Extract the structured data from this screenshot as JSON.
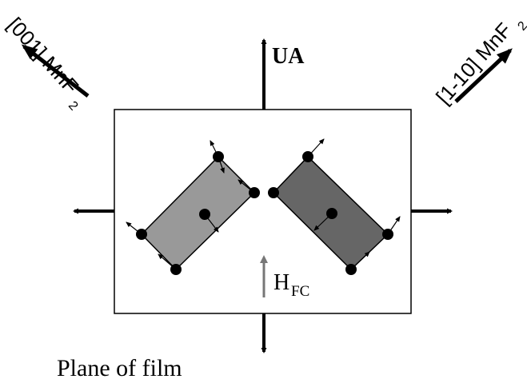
{
  "labels": {
    "axis_up": "UA",
    "dir_left": "[001] MnF",
    "dir_left_sub": "2",
    "dir_right": "[1-10] MnF",
    "dir_right_sub": "2",
    "field_main": "H",
    "field_sub": "FC",
    "caption": "Plane of film"
  },
  "colors": {
    "stroke": "#000000",
    "frame_fill": "#ffffff",
    "left_block": "#999999",
    "right_block": "#666666",
    "field_arrow": "#777777"
  },
  "icons": {
    "spin_dot": "filled-circle",
    "spin_arrow": "small-arrow"
  }
}
